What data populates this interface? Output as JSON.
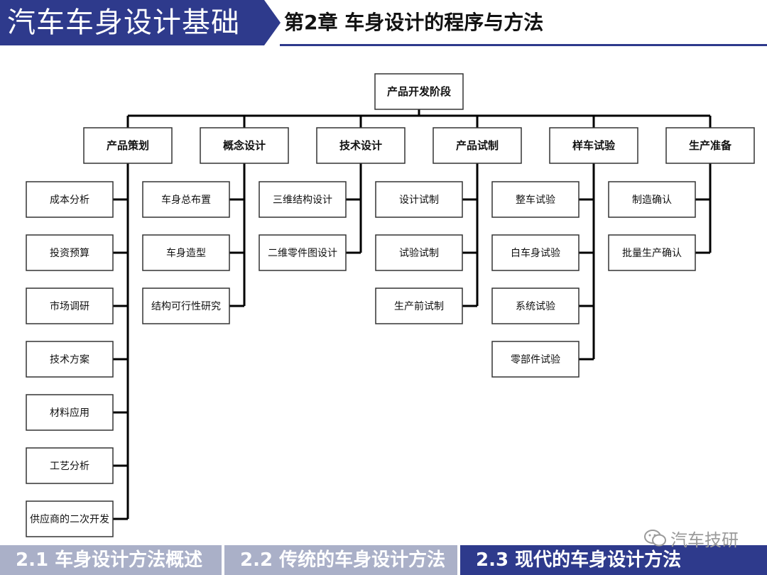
{
  "header": {
    "title": "汽车车身设计基础",
    "chapter": "第2章  车身设计的程序与方法"
  },
  "diagram": {
    "root": "产品开发阶段",
    "stages": [
      {
        "label": "产品策划",
        "items": [
          "成本分析",
          "投资预算",
          "市场调研",
          "技术方案",
          "材料应用",
          "工艺分析",
          "供应商的二次开发"
        ]
      },
      {
        "label": "概念设计",
        "items": [
          "车身总布置",
          "车身造型",
          "结构可行性研究"
        ]
      },
      {
        "label": "技术设计",
        "items": [
          "三维结构设计",
          "二维零件图设计"
        ]
      },
      {
        "label": "产品试制",
        "items": [
          "设计试制",
          "试验试制",
          "生产前试制"
        ]
      },
      {
        "label": "样车试验",
        "items": [
          "整车试验",
          "白车身试验",
          "系统试验",
          "零部件试验"
        ]
      },
      {
        "label": "生产准备",
        "items": [
          "制造确认",
          "批量生产确认"
        ]
      }
    ]
  },
  "footer": {
    "tabs": [
      {
        "label": "2.1  车身设计方法概述",
        "active": false
      },
      {
        "label": "2.2  传统的车身设计方法",
        "active": false
      },
      {
        "label": "2.3  现代的车身设计方法",
        "active": true
      }
    ]
  },
  "watermark": {
    "text": "汽车技研",
    "icon": "wechat-icon"
  },
  "colors": {
    "brand": "#2e3a8c",
    "tab_inactive": "#aab0c8"
  }
}
